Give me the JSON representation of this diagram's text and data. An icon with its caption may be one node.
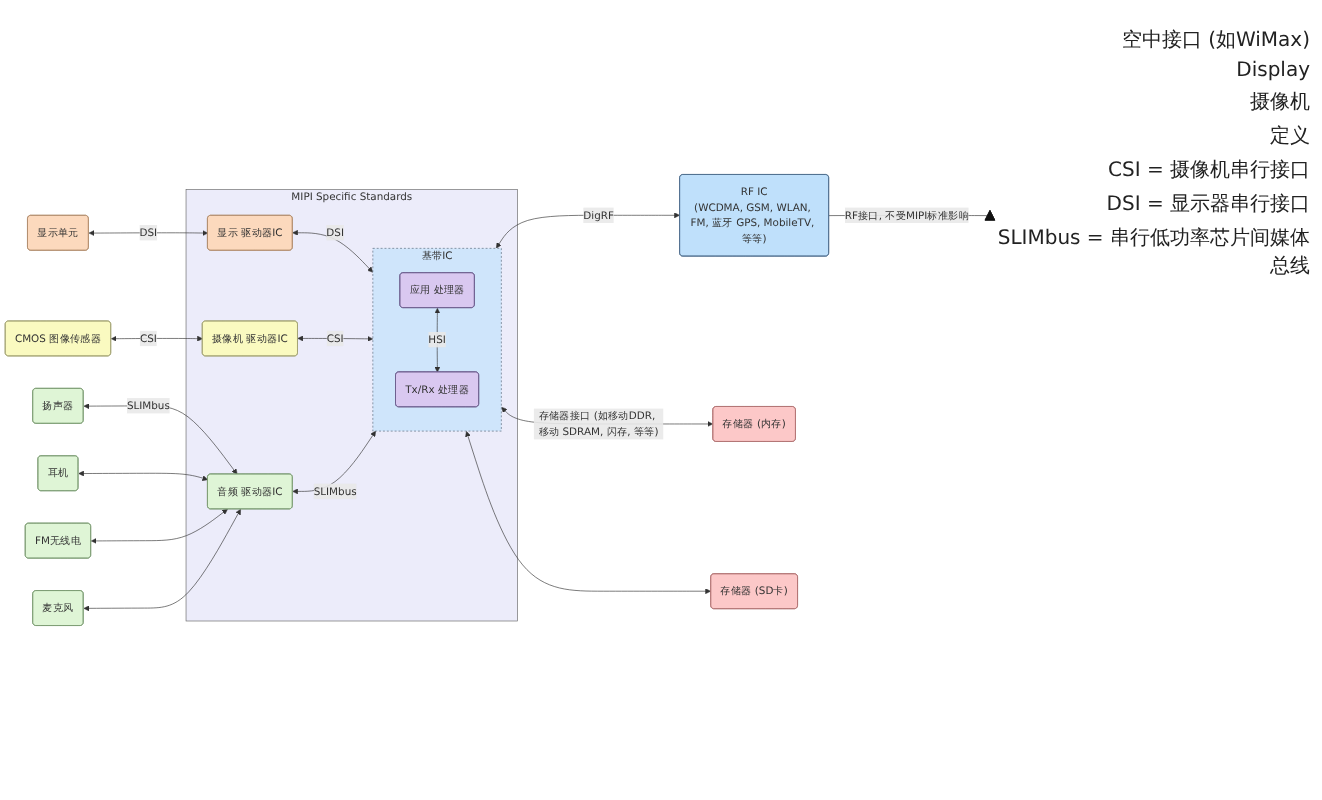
{
  "diagram": {
    "nodes": [
      {
        "text": [
          "MIPI Specific Standards"
        ]
      },
      {
        "text": [
          "显示单元"
        ]
      },
      {
        "text": [
          "显示 驱动器IC"
        ],
        "in": 0
      },
      {
        "text": [
          "CMOS 图像传感器"
        ]
      },
      {
        "text": [
          "摄像机 驱动器IC"
        ],
        "in": 0
      },
      {
        "text": [
          "基带IC"
        ],
        "in": 0
      },
      {
        "text": [
          "应用 处理器"
        ],
        "in": 5
      },
      {
        "text": [
          "Tx/Rx 处理器"
        ],
        "in": 5
      },
      {
        "text": [
          "RF IC",
          "(WCDMA, GSM, WLAN, FM, 蓝牙 GPS, MobileTV, 等等)"
        ]
      },
      {
        "text": [
          "扬声器"
        ]
      },
      {
        "text": [
          "耳机"
        ]
      },
      {
        "text": [
          "FM无线电"
        ]
      },
      {
        "text": [
          "麦克风"
        ]
      },
      {
        "text": [
          "音频 驱动器IC"
        ],
        "in": 0
      },
      {
        "text": [],
        "shape": "triangle"
      },
      {
        "text": [
          "存储器 (内存)"
        ]
      },
      {
        "text": [
          "存储器 (SD卡)"
        ]
      }
    ],
    "edges": [
      {
        "from": 1,
        "to": 2,
        "arrow": "both",
        "label": "DSI"
      },
      {
        "from": 2,
        "to": 5,
        "arrow": "both",
        "label": "DSI"
      },
      {
        "from": 3,
        "to": 4,
        "arrow": "both",
        "label": "CSI"
      },
      {
        "from": 4,
        "to": 5,
        "arrow": "both",
        "label": "CSI"
      },
      {
        "from": 13,
        "to": 9,
        "arrow": "both",
        "label": "SLIMbus"
      },
      {
        "from": 13,
        "to": 10,
        "arrow": "both"
      },
      {
        "from": 13,
        "to": 11,
        "arrow": "both"
      },
      {
        "from": 13,
        "to": 12,
        "arrow": "both"
      },
      {
        "from": 13,
        "to": 5,
        "arrow": "both",
        "label": "SLIMbus"
      },
      {
        "from": 6,
        "to": 7,
        "arrow": "both",
        "label": "HSI"
      },
      {
        "from": 5,
        "to": 8,
        "arrow": "both",
        "label": "DigRF"
      },
      {
        "from": 8,
        "to": 14,
        "arrow": "none",
        "label": "RF接口, 不受MIPI标准影响"
      },
      {
        "from": 5,
        "to": 15,
        "arrow": "both",
        "label": "存储器接口 (如移动DDR, 移动 SDRAM, 闪存, 等等)"
      },
      {
        "from": 5,
        "to": 16,
        "arrow": "both"
      }
    ],
    "labels": [
      "空中接口 (如WiMax)",
      "Display",
      "摄像机",
      "定义",
      "CSI = 摄像机串行接口",
      "DSI = 显示器串行接口",
      "SLIMbus = 串行低功率芯片间媒体总线"
    ]
  }
}
